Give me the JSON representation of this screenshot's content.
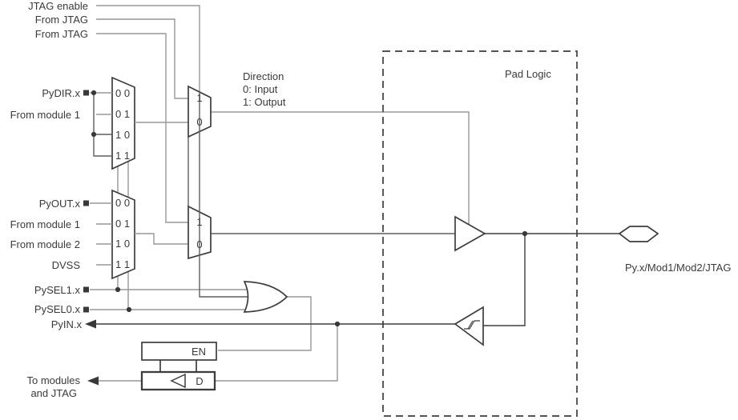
{
  "labels": {
    "jtag_enable": "JTAG enable",
    "from_jtag_a": "From JTAG",
    "from_jtag_b": "From JTAG",
    "pydir": "PyDIR.x",
    "from_module_1_dir": "From module 1",
    "pyout": "PyOUT.x",
    "from_module_1_out": "From module 1",
    "from_module_2_out": "From module 2",
    "dvss": "DVSS",
    "pysel1": "PySEL1.x",
    "pysel0": "PySEL0.x",
    "pyin": "PyIN.x",
    "to_modules_line1": "To modules",
    "to_modules_line2": "and JTAG",
    "pad_logic_title": "Pad Logic",
    "pad_name": "Py.x/Mod1/Mod2/JTAG",
    "latch_en": "EN",
    "latch_d": "D"
  },
  "direction_note": [
    "Direction",
    "0: Input",
    "1: Output"
  ],
  "dir_mux_inputs": [
    "0 0",
    "0 1",
    "1 0",
    "1 1"
  ],
  "out_mux_inputs": [
    "0 0",
    "0 1",
    "1 0",
    "1 1"
  ],
  "dir_mux2_labels": [
    "1",
    "0"
  ],
  "out_mux2_labels": [
    "1",
    "0"
  ],
  "colors": {
    "wire_gray": "#979797",
    "wire_medium": "#5f5f5f",
    "wire_dark": "#3d3d3d",
    "outline": "#3d3d3d",
    "marker": "#383838",
    "text": "#3a3a3a",
    "fill": "#ffffff"
  }
}
